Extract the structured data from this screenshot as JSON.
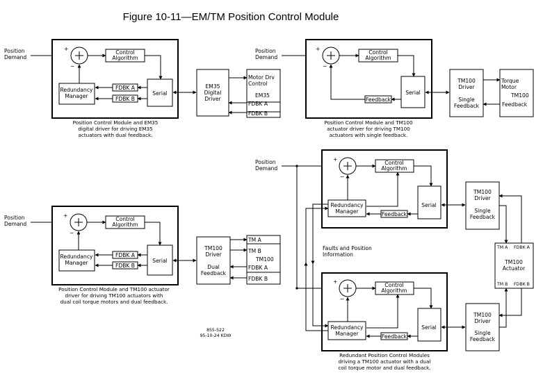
{
  "title": "Figure 10-11—EM/TM Position Control Module",
  "labels": {
    "position_demand": [
      "Position",
      "Demand"
    ],
    "control_algorithm": [
      "Control",
      "Algorithm"
    ],
    "redundancy_manager": [
      "Redundancy",
      "Manager"
    ],
    "serial": "Serial",
    "fdbk_a": "FDBK A",
    "fdbk_b": "FDBK B",
    "feedback": "Feedback",
    "plus": "+",
    "minus": "−"
  },
  "em35": {
    "driver": [
      "EM35",
      "Digital",
      "Driver"
    ],
    "motor": [
      "Motor Drv",
      "Control",
      "EM35",
      "FDBK A",
      "FDBK B"
    ],
    "caption": [
      "Position Control Module and EM35",
      "digital driver for driving EM35",
      "actuators with dual feedback."
    ]
  },
  "tm100_single": {
    "driver": [
      "TM100",
      "Driver",
      "Single",
      "Feedback"
    ],
    "motor": [
      "Torque",
      "Motor",
      "TM100",
      "Feedback"
    ],
    "caption": [
      "Position Control Module and TM100",
      "actuator driver for driving TM100",
      "actuators with single feedback."
    ]
  },
  "tm100_dual": {
    "driver": [
      "TM100",
      "Driver",
      "Dual",
      "Feedback"
    ],
    "actuator": [
      "TM A",
      "TM B",
      "TM100",
      "FDBK A",
      "FDBK B"
    ],
    "caption": [
      "Position Control Module and TM100 actuator",
      "driver for driving TM100 actuators with",
      "dual coil torque motors and dual feedback."
    ]
  },
  "redundant": {
    "driver": [
      "TM100",
      "Driver",
      "Single",
      "Feedback"
    ],
    "actuator": [
      "TM A",
      "FDBK A",
      "TM100",
      "Actuator",
      "TM B",
      "FDBK B"
    ],
    "faults": [
      "Faults and Position",
      "Information"
    ],
    "caption": [
      "Redundant Position Control Modules",
      "driving a TM100 actuator with a dual",
      "coil torque motor and dual feedback."
    ]
  },
  "drawing_id": [
    "855-522",
    "95-10-24 KDW"
  ]
}
